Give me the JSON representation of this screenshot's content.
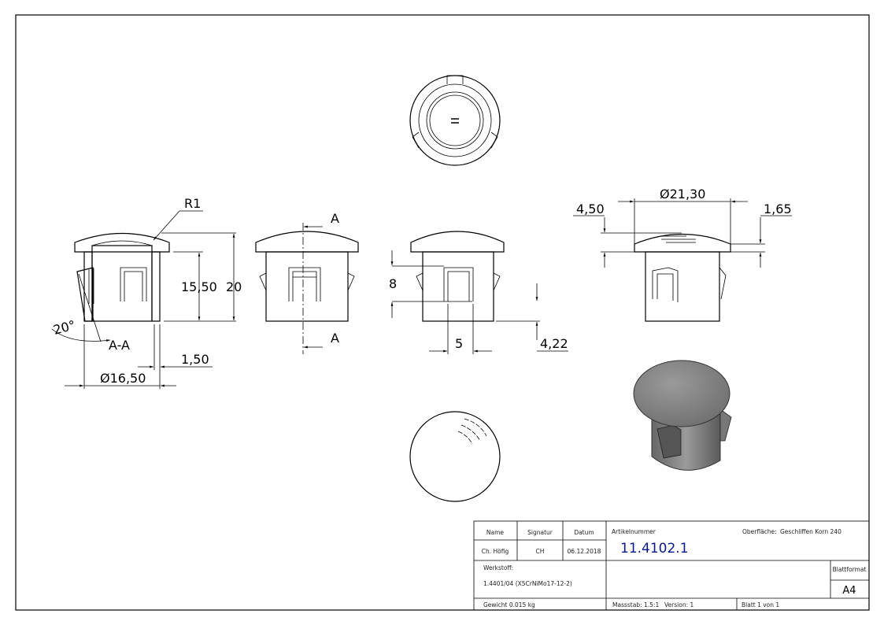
{
  "drawing": {
    "dimensions": {
      "radius": "R1",
      "height_inner": "15,50",
      "height_total": "20",
      "angle": "20°",
      "section_label": "A-A",
      "wall": "1,50",
      "diameter_body": "Ø16,50",
      "section_marker": "A",
      "slot_height": "8",
      "slot_width": "5",
      "slot_offset": "4,22",
      "diameter_cap": "Ø21,30",
      "cap_height": "4,50",
      "cap_edge": "1,65"
    }
  },
  "title_block": {
    "name_label": "Name",
    "signatur_label": "Signatur",
    "datum_label": "Datum",
    "name_value": "Ch. Höfig",
    "signatur_value": "CH",
    "datum_value": "06.12.2018",
    "artikelnummer_label": "Artikelnummer",
    "artikelnummer_value": "11.4102.1",
    "oberflaeche_label": "Oberfläche:",
    "oberflaeche_value": "Geschliffen Korn 240",
    "werkstoff_label": "Werkstoff:",
    "werkstoff_value": "1.4401/04 (X5CrNiMo17-12-2)",
    "blattformat_label": "Blattformat",
    "blattformat_value": "A4",
    "gewicht": "Gewicht 0.015 kg",
    "massstab": "Massstab: 1.5:1",
    "version": "Version: 1",
    "blatt": "Blatt 1 von 1"
  },
  "colors": {
    "artikelnummer": "#0a1a8c",
    "render_gray": "#8c8c8c"
  }
}
